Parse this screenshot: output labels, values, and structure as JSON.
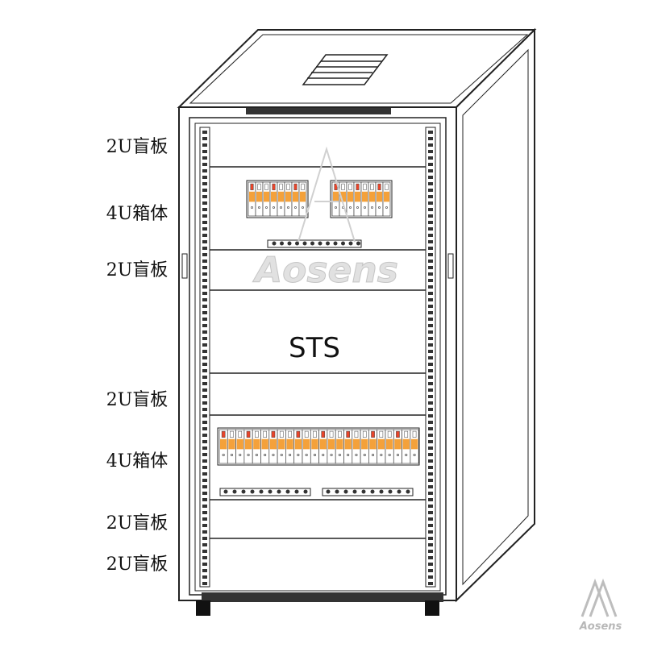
{
  "colors": {
    "breaker_orange": "#f4a13a",
    "breaker_red": "#e8442a",
    "frame": "#222222",
    "watermark": "#c8c8c8"
  },
  "rack": {
    "units": [
      {
        "label": "2U盲板"
      },
      {
        "label": "4U箱体"
      },
      {
        "label": "2U盲板"
      },
      {
        "label": "STS"
      },
      {
        "label": "2U盲板"
      },
      {
        "label": "4U箱体"
      },
      {
        "label": "2U盲板"
      },
      {
        "label": "2U盲板"
      }
    ]
  },
  "branding": {
    "watermark_text": "Aosens",
    "logo_text": "Aosens"
  },
  "icons": {
    "vent": "roof-vent-icon",
    "logo": "aosens-logo-icon"
  }
}
